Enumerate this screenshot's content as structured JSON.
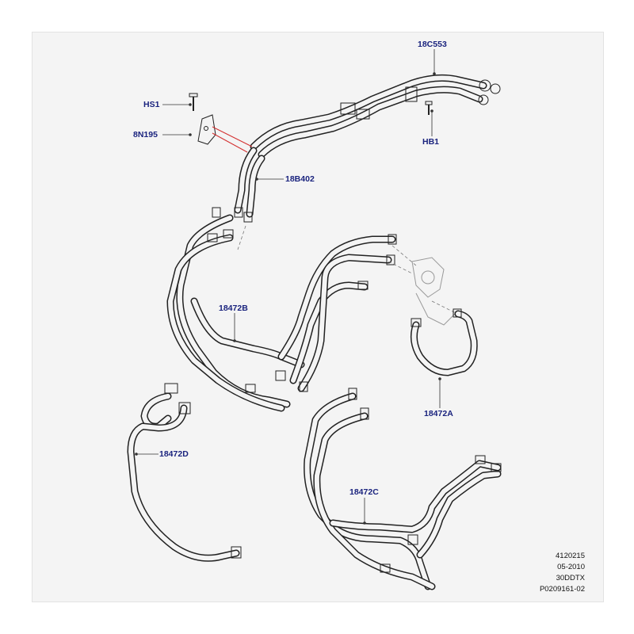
{
  "callouts": {
    "c18C553": "18C553",
    "cHS1": "HS1",
    "c8N195": "8N195",
    "cHB1": "HB1",
    "c18B402": "18B402",
    "c18472B": "18472B",
    "c18472A": "18472A",
    "c18472D": "18472D",
    "c18472C": "18472C"
  },
  "footer": {
    "line1": "4120215",
    "line2": "05-2010",
    "line3": "30DDTX",
    "line4": "P0209161-02"
  },
  "colors": {
    "label": "#1a237e",
    "highlight_arrow": "#d32f2f",
    "panel_background": "#f4f4f4"
  }
}
